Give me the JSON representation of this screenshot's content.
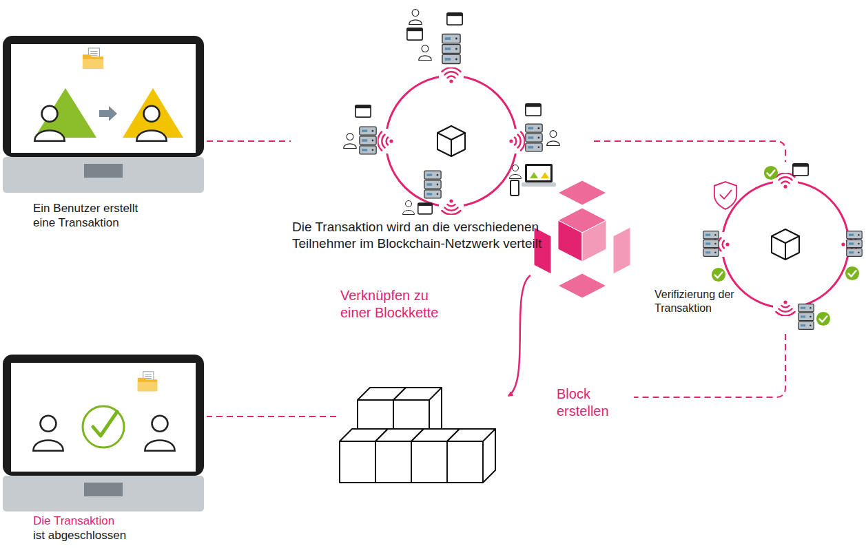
{
  "diagram": {
    "nodes": [
      {
        "text": [
          "Ein Benutzer erstellt eine Transaktion"
        ]
      },
      {
        "text": [
          "Die Transaktion wird an die verschiedenen Teilnehmer im Blockchain-Netzwerk verteilt"
        ]
      },
      {
        "text": [
          "Verifizierung der Transaktion"
        ]
      },
      {
        "text": [
          "Block erstellen"
        ]
      },
      {
        "text": [
          "Verknüpfen zu einer Blockkette"
        ]
      },
      {
        "text": [
          "Die Transaktion",
          "ist abgeschlossen"
        ]
      }
    ],
    "edges": [
      {
        "from": 0,
        "to": 1,
        "arrow": "none"
      },
      {
        "from": 1,
        "to": 2,
        "arrow": "none"
      },
      {
        "from": 2,
        "to": 3,
        "arrow": "none"
      },
      {
        "from": 3,
        "to": 4,
        "arrow": "to"
      },
      {
        "from": 4,
        "to": 5,
        "arrow": "none"
      }
    ]
  }
}
